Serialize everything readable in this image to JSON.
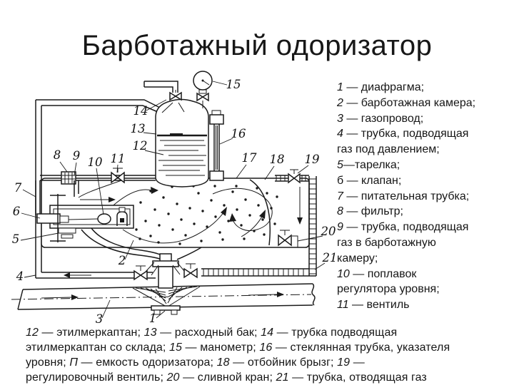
{
  "title": "Барботажный одоризатор",
  "legend": {
    "lines": [
      [
        {
          "t": "1",
          "em": true
        },
        {
          "t": " — диафрагма;"
        }
      ],
      [
        {
          "t": "2",
          "em": true
        },
        {
          "t": " — барботажная камера;"
        }
      ],
      [
        {
          "t": "3",
          "em": true
        },
        {
          "t": " — газопровод;"
        }
      ],
      [
        {
          "t": "4",
          "em": true
        },
        {
          "t": " — трубка, подводящая"
        }
      ],
      [
        {
          "t": "газ под давлением;"
        }
      ],
      [
        {
          "t": "5",
          "em": true
        },
        {
          "t": "—тарелка;"
        }
      ],
      [
        {
          "t": "б — клапан;"
        }
      ],
      [
        {
          "t": "7",
          "em": true
        },
        {
          "t": " — питательная трубка;"
        }
      ],
      [
        {
          "t": "8",
          "em": true
        },
        {
          "t": " — фильтр;"
        }
      ],
      [
        {
          "t": "9",
          "em": true
        },
        {
          "t": " — трубка, подводящая"
        }
      ],
      [
        {
          "t": "газ в барботажную"
        }
      ],
      [
        {
          "t": "камеру;"
        }
      ],
      [
        {
          "t": "10",
          "em": true
        },
        {
          "t": " — поплавок"
        }
      ],
      [
        {
          "t": "регулятора уровня;"
        }
      ],
      [
        {
          "t": "11",
          "em": true
        },
        {
          "t": " — вентиль"
        }
      ]
    ]
  },
  "caption": {
    "lines": [
      [
        {
          "t": "12",
          "em": true
        },
        {
          "t": " — этилмеркаптан; "
        },
        {
          "t": "13",
          "em": true
        },
        {
          "t": " — расходный бак; "
        },
        {
          "t": "14",
          "em": true
        },
        {
          "t": " — трубка подводящая"
        }
      ],
      [
        {
          "t": "этилмеркаптан со склада; "
        },
        {
          "t": "15",
          "em": true
        },
        {
          "t": " — манометр; "
        },
        {
          "t": "16",
          "em": true
        },
        {
          "t": " — стеклянная трубка, указателя"
        }
      ],
      [
        {
          "t": "уровня; "
        },
        {
          "t": "П",
          "em": true
        },
        {
          "t": " — емкость одоризатора; "
        },
        {
          "t": "18",
          "em": true
        },
        {
          "t": " — отбойник брызг; "
        },
        {
          "t": "19",
          "em": true
        },
        {
          "t": " —"
        }
      ],
      [
        {
          "t": "регулировочный вентиль; "
        },
        {
          "t": "20",
          "em": true
        },
        {
          "t": " — сливной кран; "
        },
        {
          "t": "21",
          "em": true
        },
        {
          "t": " — трубка, отводящая газ"
        }
      ]
    ]
  },
  "diagram": {
    "labels": [
      "1",
      "2",
      "3",
      "4",
      "5",
      "6",
      "7",
      "8",
      "9",
      "10",
      "11",
      "12",
      "13",
      "14",
      "15",
      "16",
      "17",
      "18",
      "19",
      "20",
      "21"
    ]
  }
}
